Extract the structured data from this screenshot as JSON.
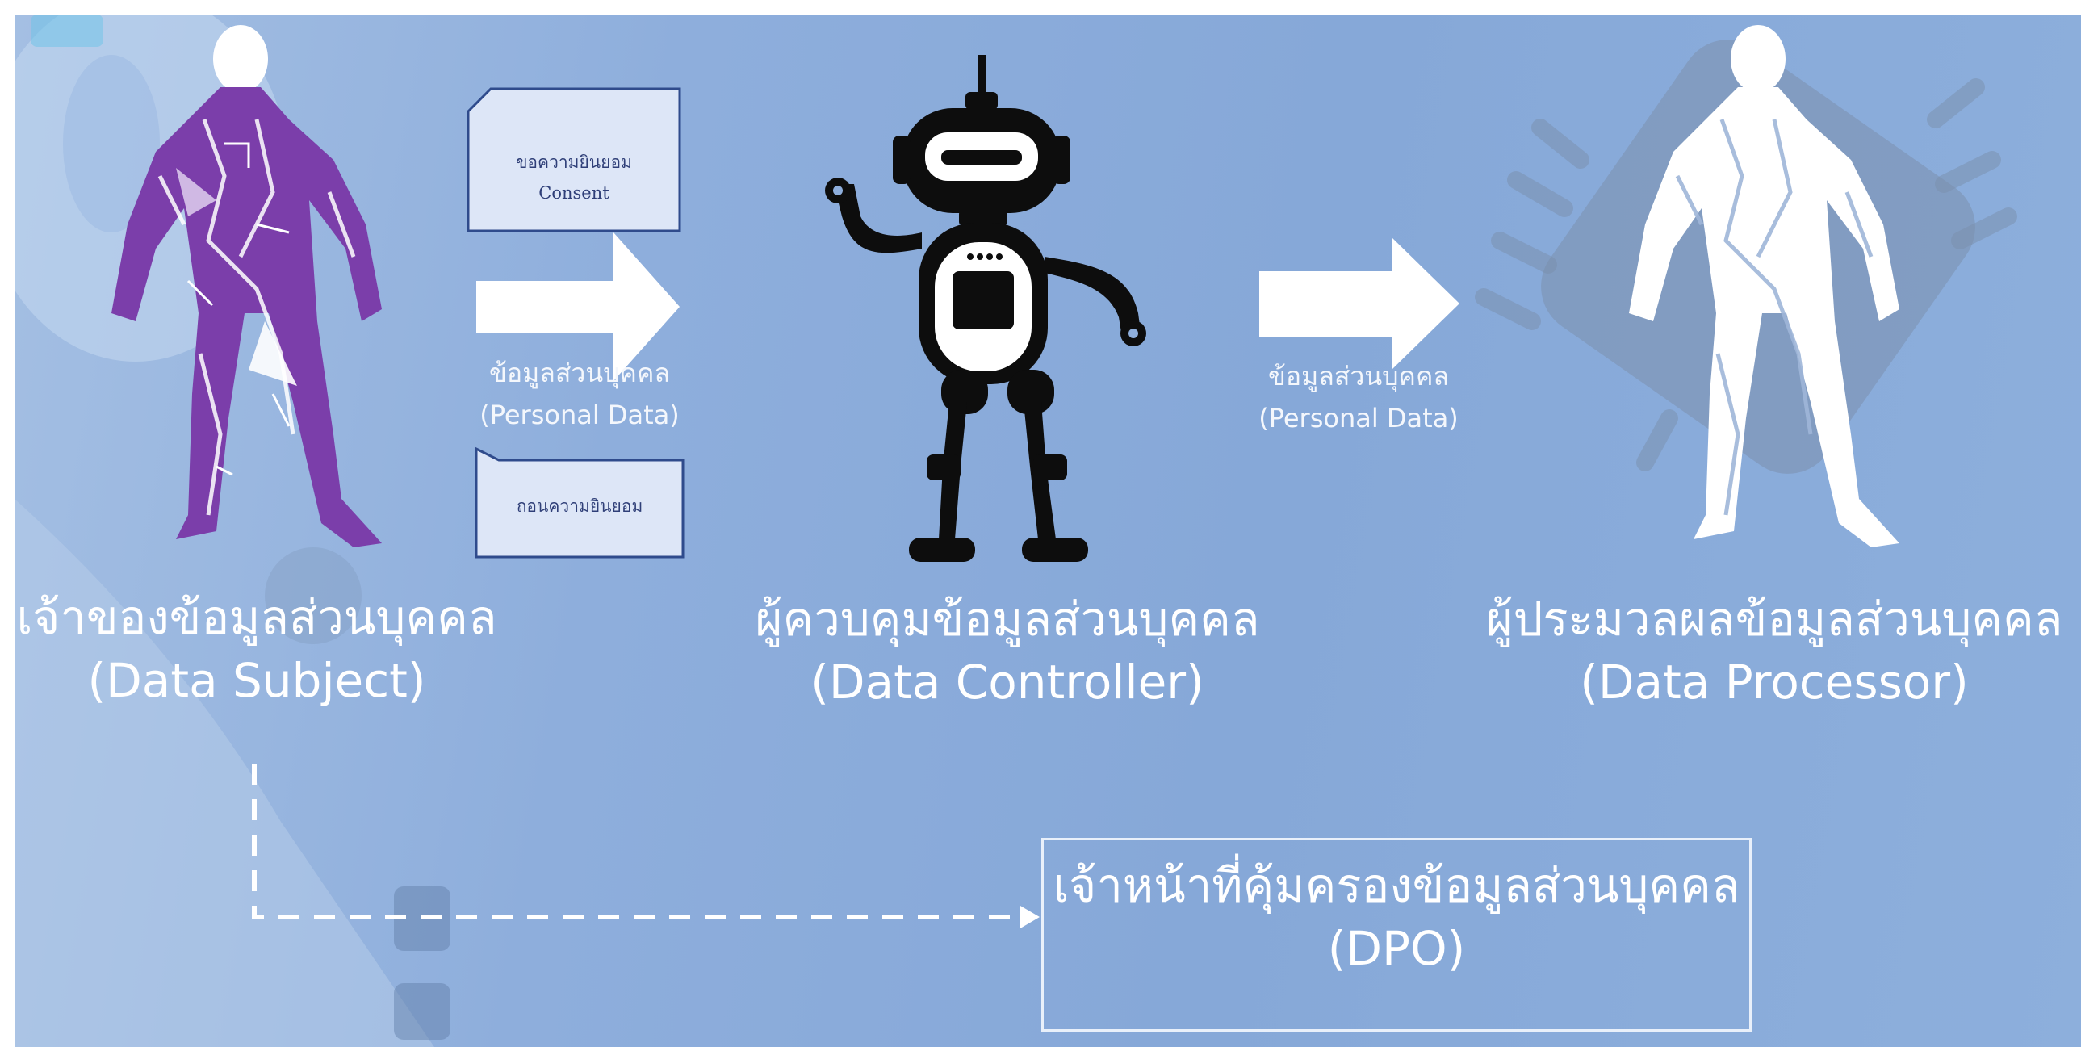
{
  "data_subject": {
    "label_th": "เจ้าของข้อมูลส่วนบุคคล",
    "label_en": "(Data Subject)"
  },
  "consent_box": {
    "line1": "ขอความยินยอม",
    "line2": "Consent"
  },
  "withdraw_box": {
    "line1": "ถอนความยินยอม"
  },
  "flow1": {
    "label_th": "ข้อมูลส่วนบุคคล",
    "label_en": "(Personal Data)"
  },
  "data_controller": {
    "label_th": "ผู้ควบคุมข้อมูลส่วนบุคคล",
    "label_en": "(Data Controller)"
  },
  "flow2": {
    "label_th": "ข้อมูลส่วนบุคคล",
    "label_en": "(Personal Data)"
  },
  "data_processor": {
    "label_th": "ผู้ประมวลผลข้อมูลส่วนบุคคล",
    "label_en": "(Data Processor)"
  },
  "dpo": {
    "label_th": "เจ้าหน้าที่คุ้มครองข้อมูลส่วนบุคคล",
    "label_en": "(DPO)"
  },
  "colors": {
    "background": "#8eaedc",
    "subject_figure": "#7a3fa8",
    "robot": "#0d0d0d",
    "note_fill": "#dde6f7",
    "note_border": "#2f4b8c",
    "arrow": "#ffffff"
  }
}
